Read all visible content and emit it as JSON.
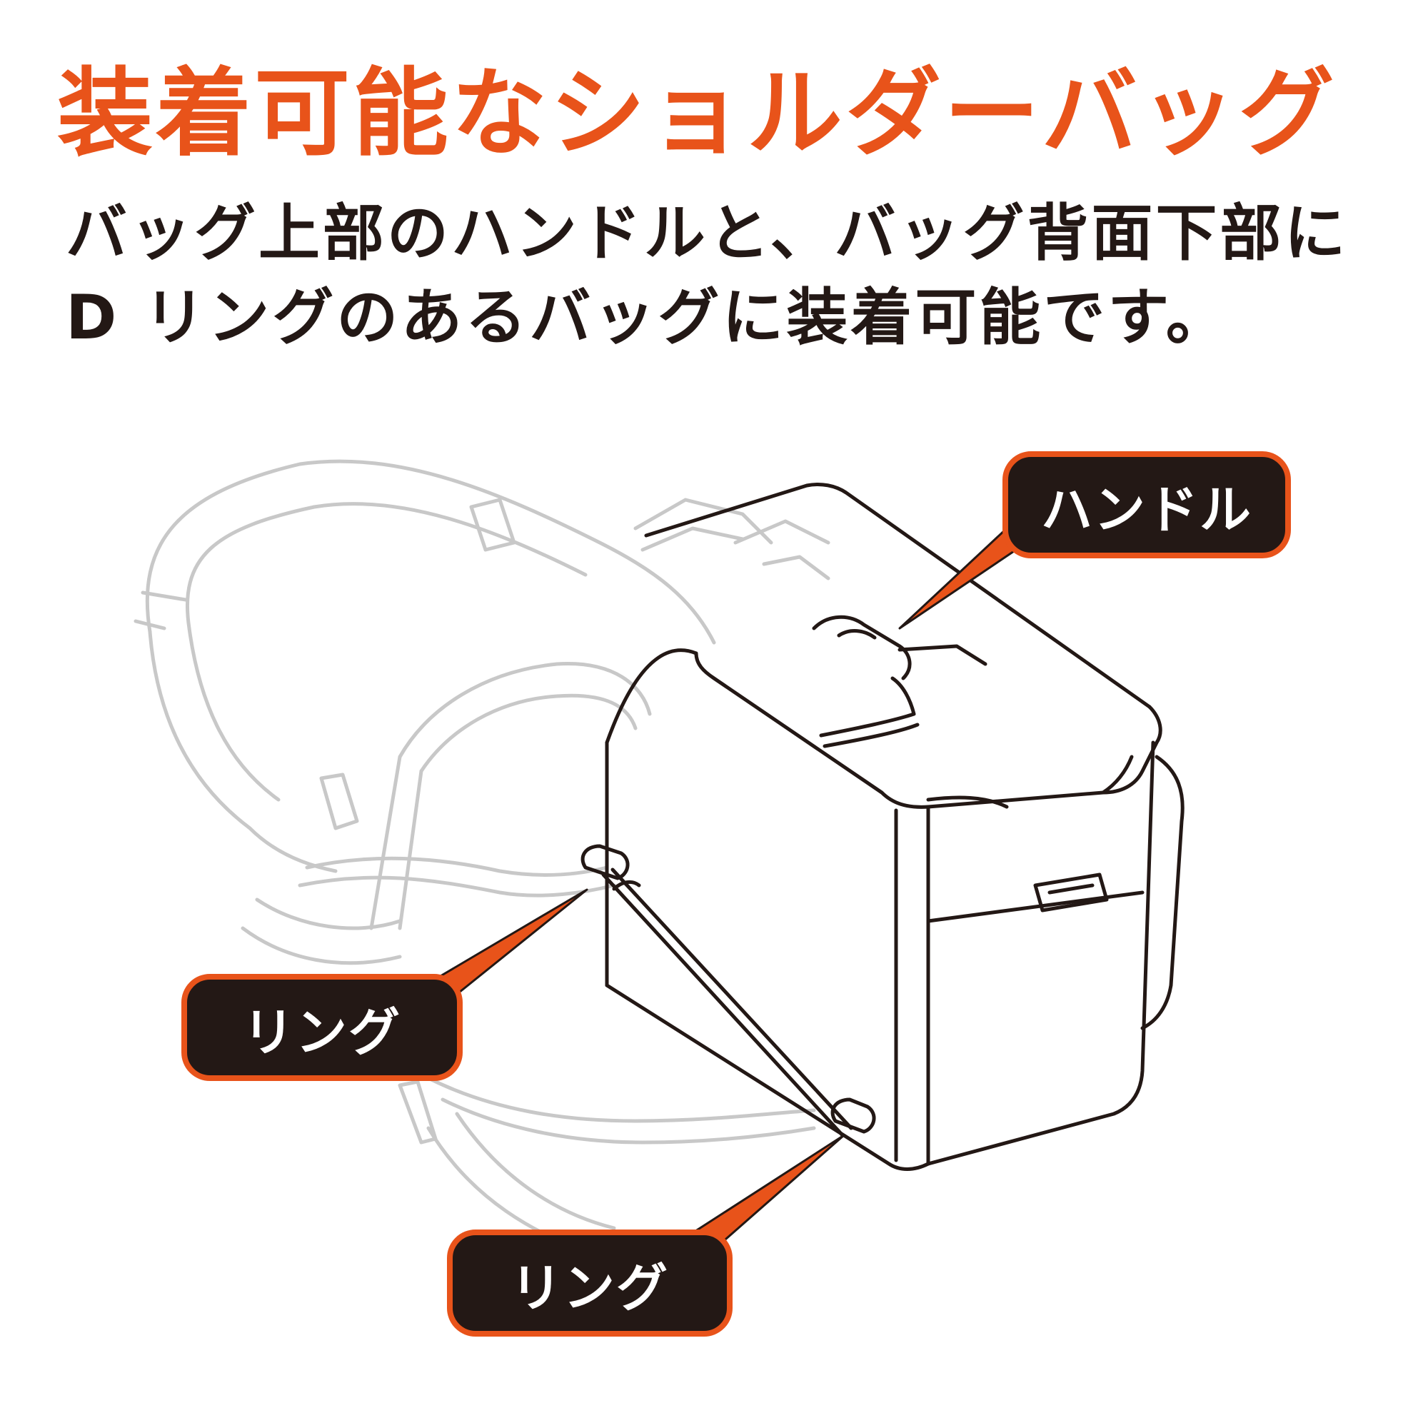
{
  "headline": "装着可能なショルダーバッグ",
  "description": "バッグ上部のハンドルと、バッグ背面下部に D リングのあるバッグに装着可能です。",
  "callouts": {
    "handle": "ハンドル",
    "ring_1": "リング",
    "ring_2": "リング"
  },
  "colors": {
    "accent": "#e8531a",
    "text_dark": "#231815",
    "backpack_outline": "#c8c8c8",
    "bag_outline": "#231815"
  }
}
